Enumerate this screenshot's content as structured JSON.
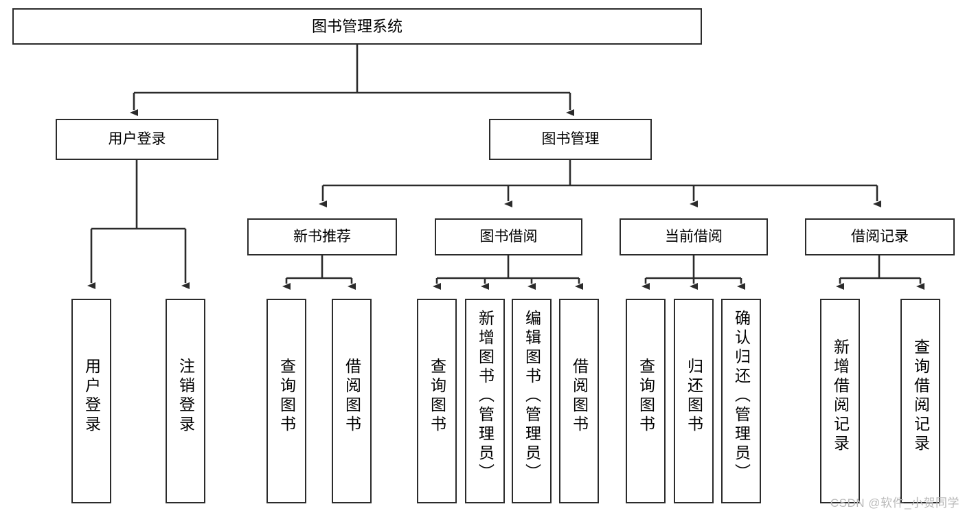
{
  "diagram": {
    "type": "tree-hierarchy-diagram",
    "title": "图书管理系统",
    "root": {
      "label": "图书管理系统"
    },
    "level2": [
      {
        "label": "用户登录"
      },
      {
        "label": "图书管理"
      }
    ],
    "level3": [
      {
        "label": "新书推荐"
      },
      {
        "label": "图书借阅"
      },
      {
        "label": "当前借阅"
      },
      {
        "label": "借阅记录"
      }
    ],
    "leaves": [
      {
        "label": "用户登录",
        "parent": "用户登录"
      },
      {
        "label": "注销登录",
        "parent": "用户登录"
      },
      {
        "label": "查询图书",
        "parent": "新书推荐"
      },
      {
        "label": "借阅图书",
        "parent": "新书推荐"
      },
      {
        "label": "查询图书",
        "parent": "图书借阅"
      },
      {
        "label": "新增图书（管理员）",
        "parent": "图书借阅"
      },
      {
        "label": "编辑图书（管理员）",
        "parent": "图书借阅"
      },
      {
        "label": "借阅图书",
        "parent": "图书借阅"
      },
      {
        "label": "查询图书",
        "parent": "当前借阅"
      },
      {
        "label": "归还图书",
        "parent": "当前借阅"
      },
      {
        "label": "确认归还（管理员）",
        "parent": "当前借阅"
      },
      {
        "label": "新增借阅记录",
        "parent": "借阅记录"
      },
      {
        "label": "查询借阅记录",
        "parent": "借阅记录"
      }
    ],
    "colors": {
      "stroke": "#2b2b2b",
      "fill": "#ffffff",
      "text": "#000000",
      "watermark": "#b9b9b9"
    }
  },
  "watermark": {
    "text": "CSDN @软件_小贺同学"
  }
}
